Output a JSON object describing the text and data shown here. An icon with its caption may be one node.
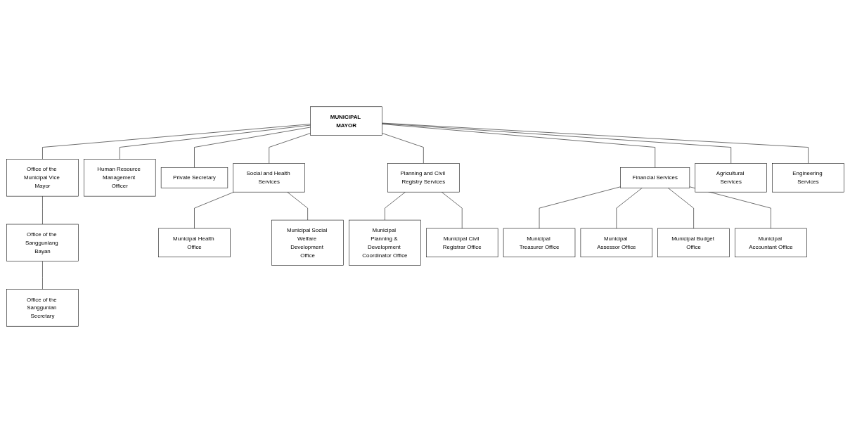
{
  "diagram": {
    "nodes": [
      {
        "text": [
          "MUNICIPAL MAYOR"
        ]
      },
      {
        "text": [
          "Office of the Municipal Vice Mayor"
        ]
      },
      {
        "text": [
          "Office of the Sangguniang Bayan"
        ]
      },
      {
        "text": [
          "Office of the Sanggunian Secretary"
        ]
      },
      {
        "text": [
          "Human Resource Management Officer"
        ]
      },
      {
        "text": [
          "Private Secretary"
        ]
      },
      {
        "text": [
          "Financial Services"
        ]
      },
      {
        "text": [
          "Social and Health Services"
        ]
      },
      {
        "text": [
          "Planning and Civil Registry Services"
        ]
      },
      {
        "text": [
          "Agricultural Services"
        ]
      },
      {
        "text": [
          "Engineering Services"
        ]
      },
      {
        "text": [
          "Municipal Health Office"
        ]
      },
      {
        "text": [
          "Municipal Social Welfare Development Office"
        ]
      },
      {
        "text": [
          "Municipal Planning & Development Coordinator Office"
        ]
      },
      {
        "text": [
          "Municipal Civil Registrar Office"
        ]
      },
      {
        "text": [
          "Municipal Treasurer Office"
        ]
      },
      {
        "text": [
          "Municipal Assessor Office"
        ]
      },
      {
        "text": [
          "Municipal Budget Office"
        ]
      },
      {
        "text": [
          "Municipal Accountant Office"
        ]
      }
    ],
    "edges": [
      {
        "from": 0,
        "to": 1,
        "arrow": "none"
      },
      {
        "from": 1,
        "to": 2,
        "arrow": "none"
      },
      {
        "from": 2,
        "to": 3,
        "arrow": "none"
      },
      {
        "from": 0,
        "to": 4,
        "arrow": "none"
      },
      {
        "from": 0,
        "to": 5,
        "arrow": "none"
      },
      {
        "from": 0,
        "to": 6,
        "arrow": "none"
      },
      {
        "from": 0,
        "to": 7,
        "arrow": "none"
      },
      {
        "from": 0,
        "to": 8,
        "arrow": "none"
      },
      {
        "from": 0,
        "to": 9,
        "arrow": "none"
      },
      {
        "from": 0,
        "to": 10,
        "arrow": "none"
      },
      {
        "from": 7,
        "to": 11,
        "arrow": "none"
      },
      {
        "from": 7,
        "to": 12,
        "arrow": "none"
      },
      {
        "from": 8,
        "to": 13,
        "arrow": "none"
      },
      {
        "from": 8,
        "to": 14,
        "arrow": "none"
      },
      {
        "from": 6,
        "to": 15,
        "arrow": "none"
      },
      {
        "from": 6,
        "to": 16,
        "arrow": "none"
      },
      {
        "from": 6,
        "to": 17,
        "arrow": "none"
      },
      {
        "from": 6,
        "to": 18,
        "arrow": "none"
      }
    ]
  }
}
